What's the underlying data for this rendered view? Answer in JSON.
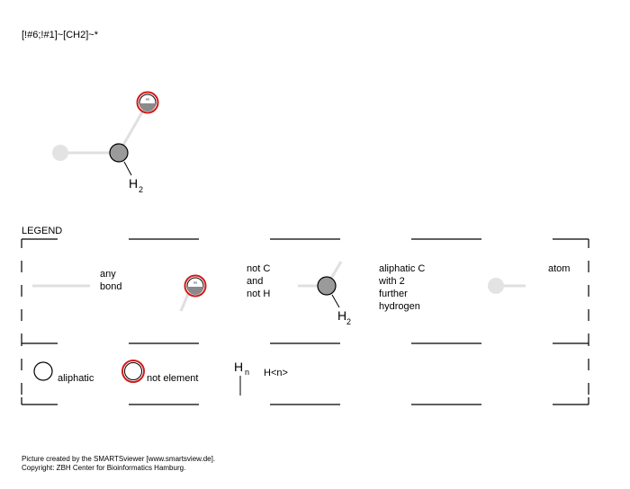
{
  "smarts": "[!#6;!#1]~[CH2]~*",
  "molecule": {
    "h_atom_label": "H",
    "h2_label": "H",
    "h2_sub": "2"
  },
  "legend": {
    "title": "LEGEND",
    "any_bond": "any\nbond",
    "not_c_not_h": "not C\nand\nnot H",
    "aliphatic_c": "aliphatic C\nwith 2\nfurther\nhydrogen",
    "atom": "atom",
    "aliphatic": "aliphatic",
    "not_element": "not element",
    "hn_H": "H",
    "hn_n": "n",
    "hn_desc": "H<n>",
    "h2_label": "H",
    "h2_sub": "2",
    "h_atom_label": "H"
  },
  "footer": {
    "line1": "Picture created by the SMARTSviewer [www.smartsview.de].",
    "line2": "Copyright: ZBH Center for Bioinformatics Hamburg."
  },
  "colors": {
    "atom_fill": "#9a9a9a",
    "any_atom": "#e3e3e3",
    "bond": "#e0e0e0",
    "not_ring": "#d11a1a",
    "frame": "#000000"
  }
}
